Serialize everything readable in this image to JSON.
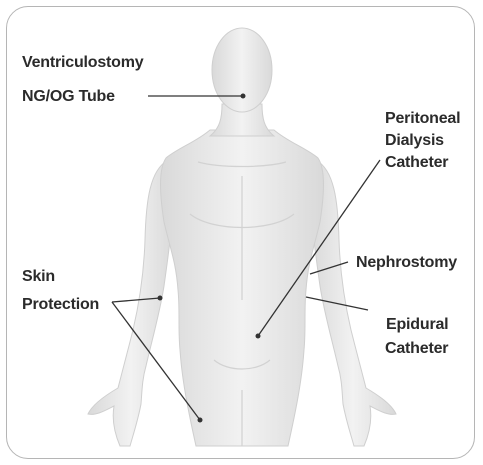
{
  "labels": {
    "ventriculostomy": "Ventriculostomy",
    "ng_og_tube": "NG/OG Tube",
    "peritoneal_dialysis": [
      "Peritoneal",
      "Dialysis",
      "Catheter"
    ],
    "nephrostomy": "Nephrostomy",
    "skin_protection": [
      "Skin",
      "Protection"
    ],
    "epidural_catheter": [
      "Epidural",
      "Catheter"
    ]
  },
  "colors": {
    "frame_border": "#b5b5b5",
    "body_fill": "#e9e9e9",
    "body_shadow": "#d2d2d2",
    "line": "#333333",
    "text": "#2b2b2b"
  }
}
